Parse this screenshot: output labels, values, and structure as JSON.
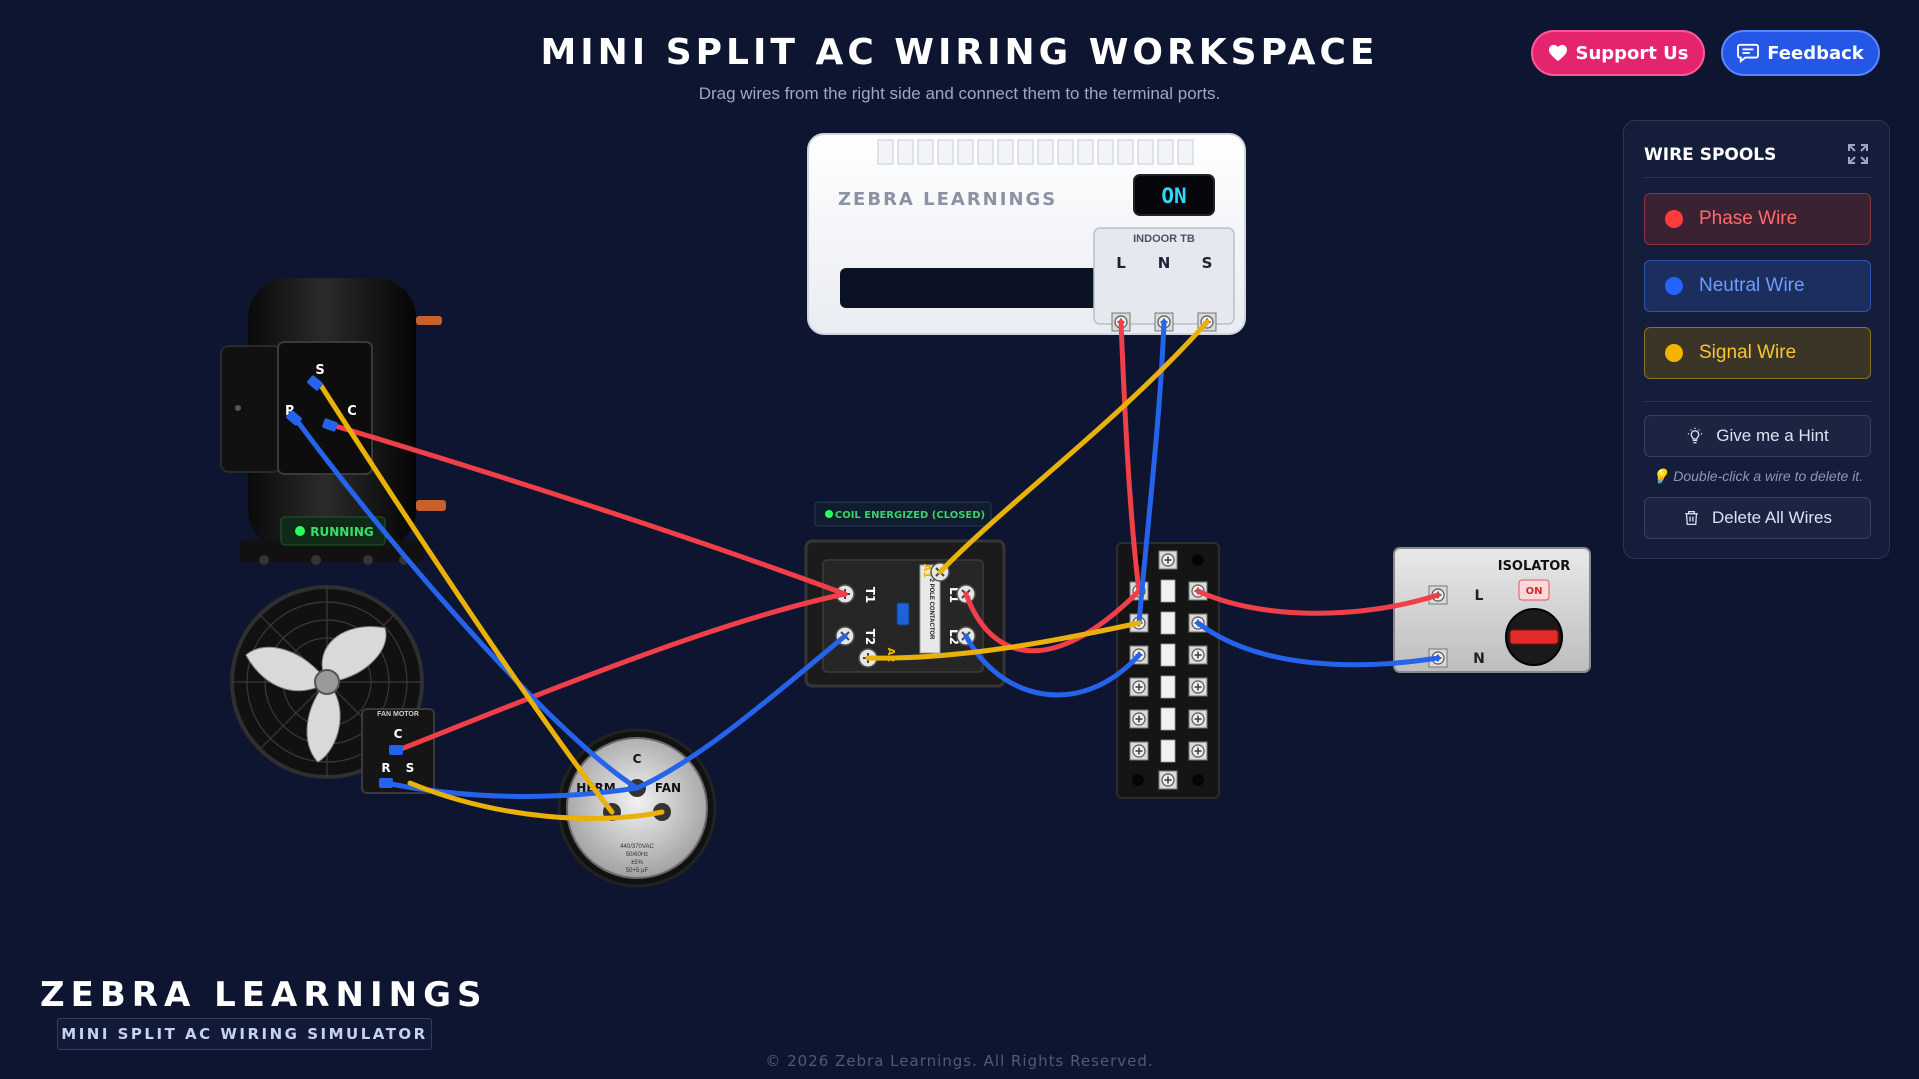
{
  "header": {
    "title": "MINI SPLIT AC WIRING WORKSPACE",
    "subtitle": "Drag wires from the right side and connect them to the terminal ports."
  },
  "top_buttons": {
    "support_label": "Support Us",
    "feedback_label": "Feedback"
  },
  "indoor_unit": {
    "brand": "ZEBRA LEARNINGS",
    "power_state": "ON",
    "terminal_block_title": "INDOOR TB",
    "terminals": [
      "L",
      "N",
      "S"
    ]
  },
  "compressor": {
    "terminals": [
      "S",
      "R",
      "C"
    ],
    "status": "RUNNING"
  },
  "fan_motor": {
    "title": "FAN MOTOR",
    "terminals": [
      "C",
      "R",
      "S"
    ]
  },
  "capacitor": {
    "terminals": [
      "C",
      "HERM",
      "FAN"
    ],
    "rating_lines": [
      "440/370VAC",
      "50/60Hz",
      "±5%",
      "50+5 µF"
    ]
  },
  "contactor": {
    "coil_status": "COIL ENERGIZED (CLOSED)",
    "terminals": [
      "T1",
      "T2",
      "L1",
      "L2",
      "A1",
      "A2"
    ],
    "label": "2 POLE CONTACTOR"
  },
  "isolator": {
    "title": "ISOLATOR",
    "state": "ON",
    "terminals": [
      "L",
      "N"
    ]
  },
  "wire_spools": {
    "title": "WIRE SPOOLS",
    "items": [
      {
        "label": "Phase Wire",
        "color": "#ff3b3b"
      },
      {
        "label": "Neutral Wire",
        "color": "#2563ff"
      },
      {
        "label": "Signal Wire",
        "color": "#f5b301"
      }
    ],
    "hint_button": "Give me a Hint",
    "hint_note": "Double-click a wire to delete it.",
    "delete_button": "Delete All Wires"
  },
  "wire_colors": {
    "phase": "#ef3f48",
    "neutral": "#2563eb",
    "signal": "#e9b10a"
  },
  "branding": {
    "name": "ZEBRA LEARNINGS",
    "tagline": "MINI SPLIT AC WIRING SIMULATOR",
    "copyright": "© 2026 Zebra Learnings. All Rights Reserved."
  }
}
